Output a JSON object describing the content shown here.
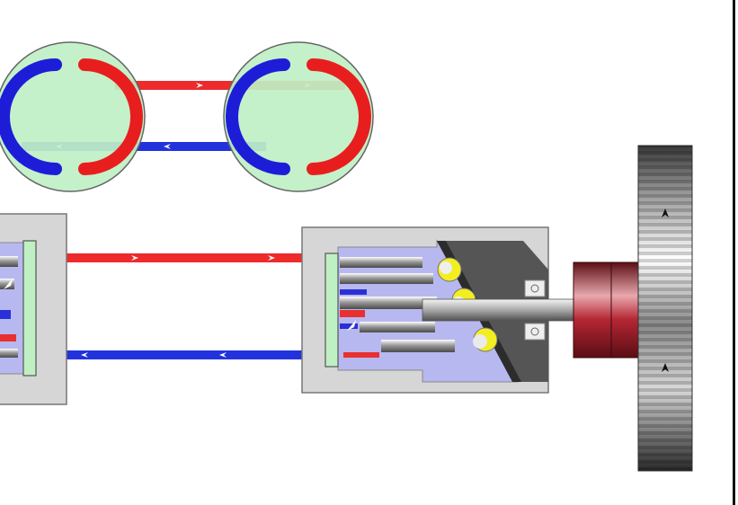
{
  "diagram": {
    "colors": {
      "pressure_line": "#ee2b2b",
      "return_line": "#2233dd",
      "port_plate_fill": "#bff0c4",
      "housing_fill": "#d6d6d6",
      "chamber_fill": "#b8b8f0",
      "swash_plate": "#555555",
      "coupling": "#a81f2a",
      "gear": "#888888",
      "highlight_yellow": "#f2ee20",
      "flow_arrow": "#ffffff"
    },
    "components": [
      {
        "id": "left-port-plate",
        "icon": "valve-plate-icon"
      },
      {
        "id": "right-port-plate",
        "icon": "valve-plate-icon"
      },
      {
        "id": "pump-housing-left",
        "icon": "pump-block-icon"
      },
      {
        "id": "motor-housing-right",
        "icon": "axial-piston-motor-icon"
      },
      {
        "id": "drive-shaft",
        "icon": "shaft-icon"
      },
      {
        "id": "shaft-coupling",
        "icon": "coupling-icon"
      },
      {
        "id": "output-gear",
        "icon": "gear-icon"
      }
    ]
  }
}
